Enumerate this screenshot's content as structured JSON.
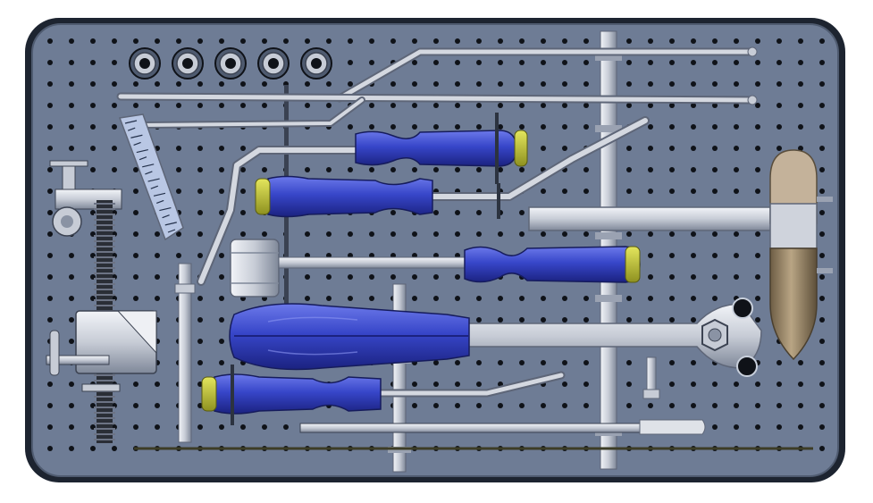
{
  "figure": {
    "kind": "instrument-tray-render",
    "text_labels": []
  },
  "colors": {
    "background": "#ffffff",
    "tray_frame": "#1d2430",
    "tray_plate": "#6e7c95",
    "tray_plate_edge": "#4f5b70",
    "hole": "#0f1218",
    "hole_ring": "#c9d0dc",
    "steel": "#c7ccd6",
    "steel_dark": "#8a93a4",
    "steel_light": "#eef0f4",
    "handle_blue": "#3746c9",
    "handle_blue_dark": "#1f2788",
    "handle_blue_light": "#5866e0",
    "cap_yellow": "#c6c93a",
    "hammer_bronze": "#a89272",
    "hammer_top": "#c4b29a",
    "ruler_blue": "#b9c7e4",
    "rack_dark": "#2a2e36"
  },
  "tray": {
    "washer_count": 5,
    "screwdriver_count": 4,
    "has_hammer": true,
    "has_ratchet_wrench": true,
    "has_angle_gauge": true,
    "has_rack_clamp": true
  },
  "icons": {
    "washer": "washer-ring-icon",
    "screwdriver": "screwdriver-handle-icon",
    "hammer": "mallet-icon",
    "wrench": "ratchet-wrench-icon"
  }
}
